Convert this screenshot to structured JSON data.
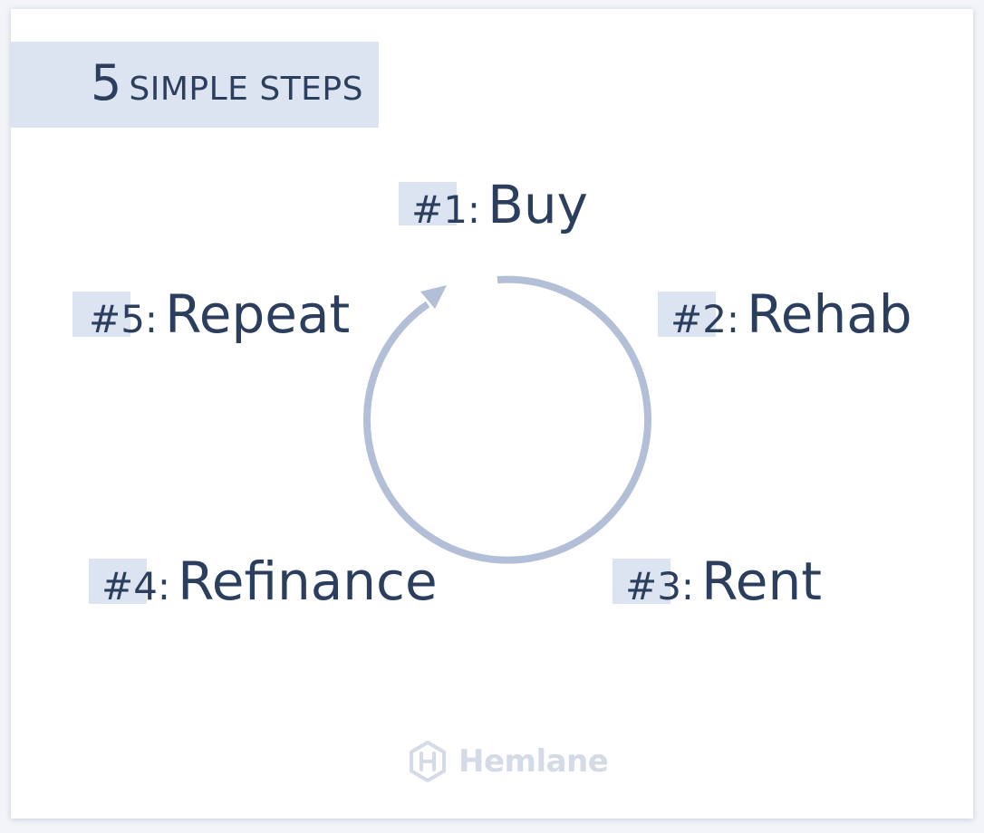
{
  "title": {
    "number": "5",
    "text": "SIMPLE STEPS"
  },
  "steps": [
    {
      "label": "#1:",
      "name": "Buy"
    },
    {
      "label": "#2:",
      "name": "Rehab"
    },
    {
      "label": "#3:",
      "name": "Rent"
    },
    {
      "label": "#4:",
      "name": "Refinance"
    },
    {
      "label": "#5:",
      "name": "Repeat"
    }
  ],
  "logo": {
    "text": "Hemlane",
    "icon": "hexagon-h-icon"
  },
  "colors": {
    "text": "#2c3e5e",
    "highlight": "#dbe4f0",
    "cycle_arrow": "#b3bfd6",
    "logo": "#d4dbe6"
  }
}
